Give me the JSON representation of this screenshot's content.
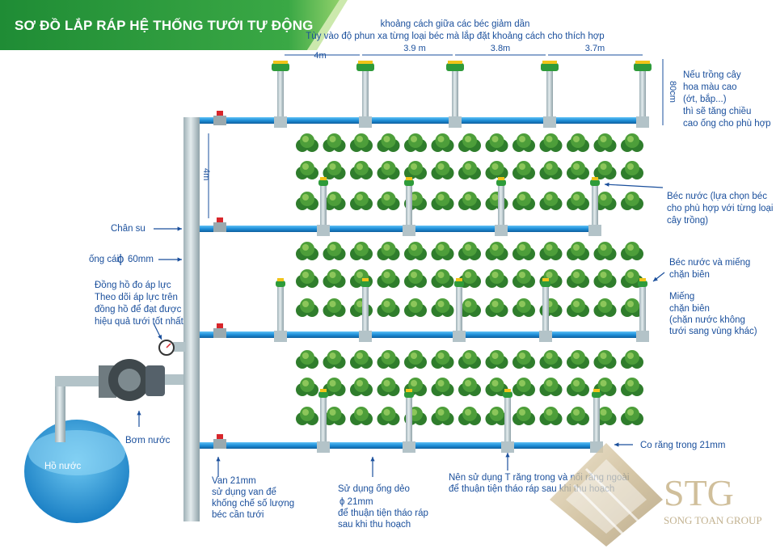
{
  "title": "SƠ ĐỒ LẮP RÁP HỆ THỐNG TƯỚI TỰ ĐỘNG",
  "spacing_note": {
    "line1": "khoảng cách giữa các béc giảm dần",
    "line2": "Tùy vào độ phun xa từng loại béc mà lắp đặt khoảng cách cho thích hợp"
  },
  "distances": [
    "4m",
    "3.9 m",
    "3.8m",
    "3.7m"
  ],
  "riser_height": "80cm",
  "vertical_spacing": "4m",
  "notes": {
    "tall_crops": [
      "Nếu trồng cây",
      "hoa màu cao",
      "(ớt, bắp...)",
      "thì sẽ tăng chiều",
      "cao ống cho phù hợp"
    ],
    "chan_su": "Chân su",
    "main_pipe": "ống cái",
    "main_pipe_symbol": "ϕ",
    "main_pipe_size": "60mm",
    "pressure_gauge": [
      "Đồng hồ đo áp lực",
      "Theo dõi áp lực trên",
      "đồng hồ để đạt được",
      "hiệu quả tưới tốt nhất"
    ],
    "sprinkler": [
      "Béc nước (lựa chọn béc",
      "cho phù hợp với từng loại",
      "cây trồng)"
    ],
    "sprinkler_cap": [
      "Béc nước và miếng",
      "chặn biên"
    ],
    "edge_cap": [
      "Miếng",
      "chặn biên",
      "(chặn nước không",
      "tưới sang vùng khác)"
    ],
    "elbow": "Co răng trong 21mm",
    "pump": "Bơm nước",
    "pond": "Hồ nước",
    "valve": [
      "Van 21mm",
      "sử dụng van để",
      "khống chế số lượng",
      "béc cần tưới"
    ],
    "flex_hose": [
      "Sử dụng ống dẻo",
      "ϕ 21mm",
      "để thuận tiện tháo ráp",
      "sau khi thu hoạch"
    ],
    "tee": [
      "Nên sử dụng T răng trong và nối răng ngoài",
      "để thuận tiện tháo ráp sau khi thu hoạch"
    ]
  },
  "logo": {
    "text": "STG",
    "subtitle": "SONG TOAN GROUP"
  },
  "colors": {
    "pipe_blue": "#1e8fd8",
    "pvc_gray": "#b9c7cc",
    "accent_green": "#2e9b3a",
    "label_blue": "#1a4f9c",
    "valve_red": "#d8262b",
    "logo_gold": "#c8b48a"
  }
}
